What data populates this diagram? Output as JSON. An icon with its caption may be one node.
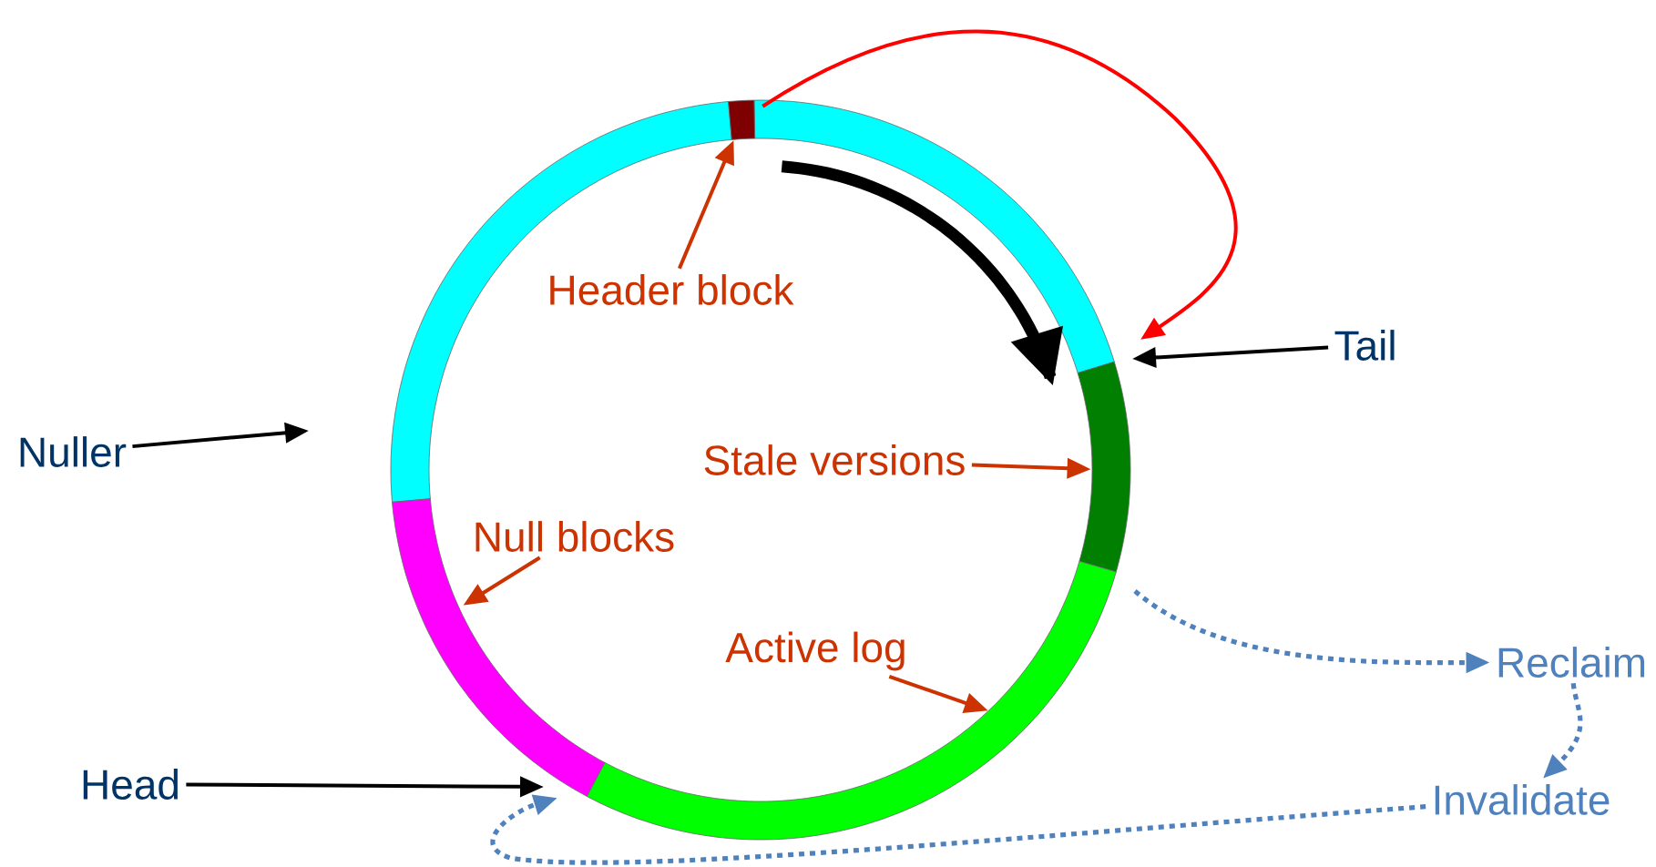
{
  "diagram": {
    "nodes": [
      {
        "text": [
          "Header block"
        ]
      },
      {
        "text": [
          "Tail"
        ]
      },
      {
        "text": [
          "Nuller"
        ]
      },
      {
        "text": [
          "Stale versions"
        ]
      },
      {
        "text": [
          "Null blocks"
        ]
      },
      {
        "text": [
          "Active log"
        ]
      },
      {
        "text": [
          "Reclaim"
        ]
      },
      {
        "text": [
          "Head"
        ]
      },
      {
        "text": [
          "Invalidate"
        ]
      },
      {
        "text": [],
        "shape": "bar"
      },
      {
        "text": [],
        "shape": "bar"
      },
      {
        "text": [],
        "shape": "bar"
      },
      {
        "text": [],
        "shape": "bar"
      }
    ],
    "edges": [
      {
        "from": 0,
        "to": 9,
        "arrow": "to",
        "color": "#cc3300"
      },
      {
        "from": 9,
        "to": null,
        "arrow": "to",
        "color": "#ff0000"
      },
      {
        "from": 1,
        "to": null,
        "arrow": "to",
        "color": "#000000"
      },
      {
        "from": 2,
        "to": null,
        "arrow": "to",
        "color": "#000000"
      },
      {
        "from": 3,
        "to": 10,
        "arrow": "to",
        "color": "#cc3300"
      },
      {
        "from": 4,
        "to": 11,
        "arrow": "to",
        "color": "#cc3300"
      },
      {
        "from": 5,
        "to": 12,
        "arrow": "to",
        "color": "#cc3300"
      },
      {
        "from": null,
        "to": 6,
        "arrow": "to",
        "style": "dashed",
        "color": "#4f81bd"
      },
      {
        "from": 6,
        "to": 8,
        "arrow": "to",
        "style": "dashed",
        "color": "#4f81bd"
      },
      {
        "from": 7,
        "to": 11,
        "arrow": "to",
        "color": "#000000"
      },
      {
        "from": 8,
        "to": 11,
        "arrow": "to",
        "style": "dashed",
        "color": "#4f81bd"
      }
    ]
  }
}
